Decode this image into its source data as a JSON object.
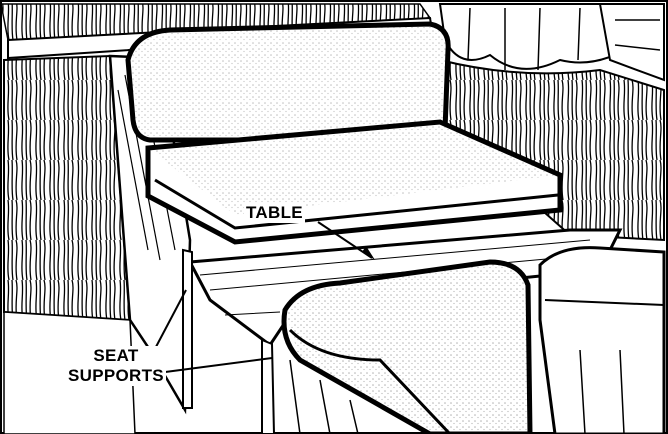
{
  "callouts": {
    "table": "TABLE",
    "seat_supports_line1": "SEAT",
    "seat_supports_line2": "SUPPORTS"
  },
  "colors": {
    "ink": "#000000",
    "paper": "#ffffff"
  }
}
